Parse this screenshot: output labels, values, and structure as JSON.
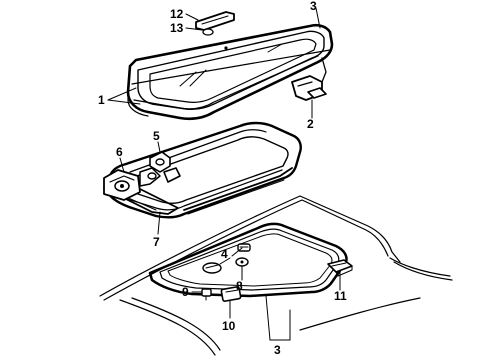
{
  "diagram": {
    "callouts": {
      "c1": "1",
      "c2": "2",
      "c3_top": "3",
      "c3_bottom": "3",
      "c4": "4",
      "c5": "5",
      "c6": "6",
      "c7": "7",
      "c8": "8",
      "c9": "9",
      "c10": "10",
      "c11": "11",
      "c12": "12",
      "c13": "13"
    },
    "parts": [
      "glass-panel",
      "sunroof-frame",
      "roof-opening-seal",
      "deflector-clip",
      "mounting-bracket"
    ]
  }
}
